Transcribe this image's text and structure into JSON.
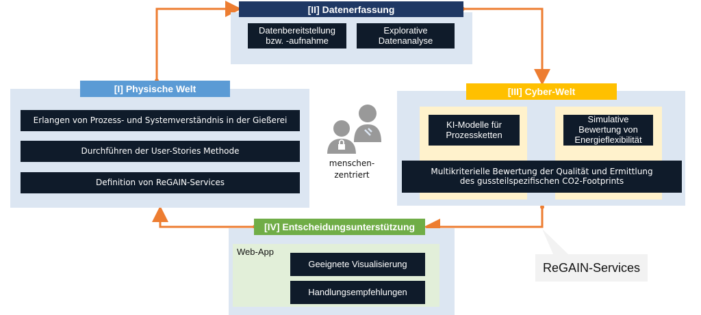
{
  "sections": {
    "physische_welt": {
      "title": "[I] Physische Welt",
      "items": [
        "Erlangen von Prozess- und Systemverständnis in der Gießerei",
        "Durchführen der User-Stories Methode",
        "Definition von ReGAIN-Services"
      ]
    },
    "datenerfassung": {
      "title": "[II] Datenerfassung",
      "items": [
        "Datenbereitstellung bzw. -aufnahme",
        "Explorative Datenanalyse"
      ]
    },
    "cyber_welt": {
      "title": "[III] Cyber-Welt",
      "item_left": "KI-Modelle für Prozessketten",
      "item_right": "Simulative Bewertung von Energieflexibilität",
      "item_wide": "Multikriterielle Bewertung der Qualität und Ermittlung des gussteilspezifischen CO2-Footprints"
    },
    "entscheidung": {
      "title": "[IV] Entscheidungsunterstützung",
      "webapp_label": "Web-App",
      "items": [
        "Geeignete Visualisierung",
        "Handlungsempfehlungen"
      ]
    }
  },
  "center_label": "menschen-\nzentriert",
  "callout": "ReGAIN-Services",
  "colors": {
    "panel": "#dce6f2",
    "box": "#0f1b2a",
    "header_physische": "#5b9bd5",
    "header_daten": "#1f3864",
    "header_cyber": "#ffc000",
    "header_entscheidung": "#70ad47",
    "arrow": "#ed7d31",
    "webapp_bg": "#e2efd9",
    "cyber_inner": "#fff2cc"
  },
  "icons": [
    "person-lock-icon",
    "person-wrench-icon"
  ]
}
